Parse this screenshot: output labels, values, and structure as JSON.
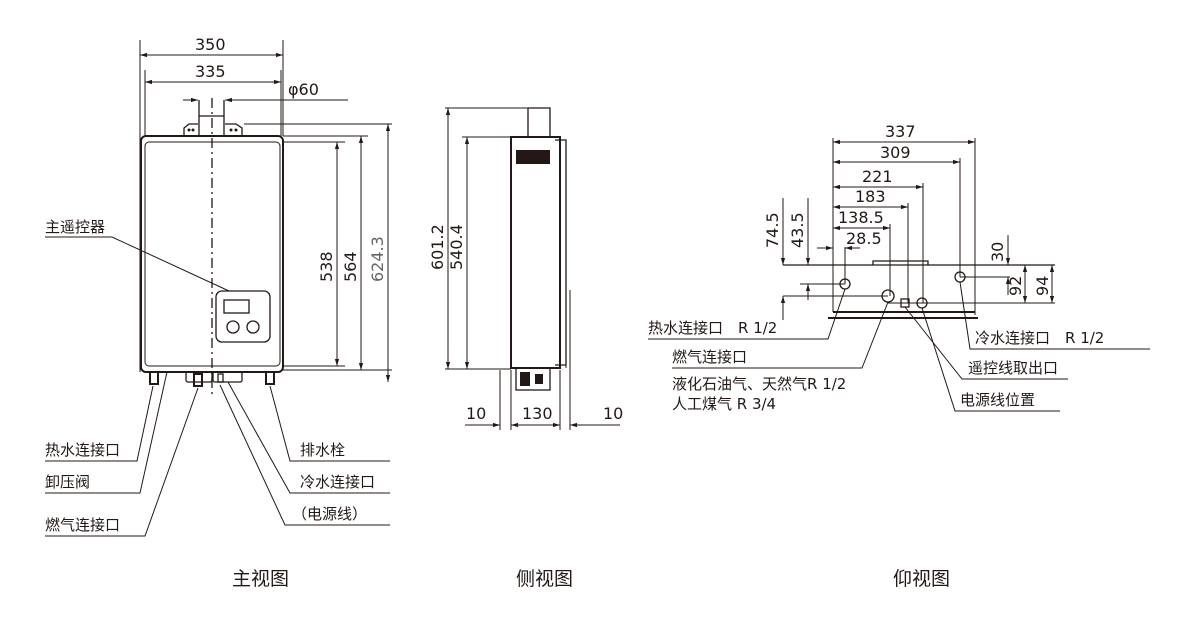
{
  "front_view": {
    "title": "主视图",
    "dims": {
      "width_outer": "350",
      "width_inner": "335",
      "flue_dia": "φ60",
      "h1": "538",
      "h2": "564",
      "h3": "624.3"
    },
    "labels": {
      "remote": "主遥控器",
      "hot_water": "热水连接口",
      "relief_valve": "卸压阀",
      "gas": "燃气连接口",
      "drain": "排水栓",
      "cold_water": "冷水连接口",
      "power": "（电源线）"
    }
  },
  "side_view": {
    "title": "侧视图",
    "dims": {
      "h1": "601.2",
      "h2": "540.4",
      "left": "10",
      "depth": "130",
      "right": "10"
    }
  },
  "bottom_view": {
    "title": "仰视图",
    "dims": {
      "d337": "337",
      "d309": "309",
      "d221": "221",
      "d183": "183",
      "d138": "138.5",
      "d28": "28.5",
      "v74": "74.5",
      "v43": "43.5",
      "v30": "30",
      "v92": "92",
      "v94": "94"
    },
    "labels": {
      "hot_water": "热水连接口　R 1/2",
      "gas": "燃气连接口",
      "gas_lpg": "液化石油气、天然气R 1/2",
      "gas_coal": "人工煤气 R 3/4",
      "cold_water": "冷水连接口　R 1/2",
      "remote_wire": "遥控线取出口",
      "power": "电源线位置"
    }
  }
}
